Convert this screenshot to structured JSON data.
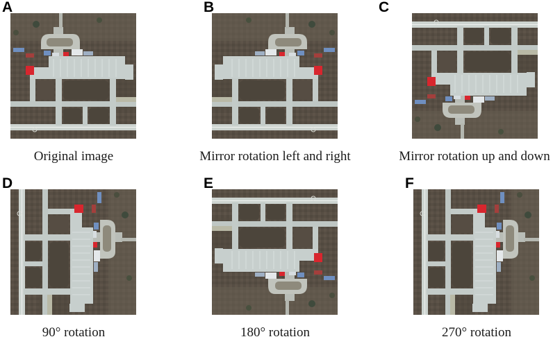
{
  "colors": {
    "ground": "#5a5147",
    "pavement": "#c8d0ce",
    "runway": "#cfd6d2",
    "hangar_roof": "#d8262e",
    "building_blue": "#6f8fc0"
  },
  "panels": [
    {
      "letter": "A",
      "caption": "Original image",
      "transform": "none"
    },
    {
      "letter": "B",
      "caption": "Mirror rotation left and right",
      "transform": "mirror-horizontal"
    },
    {
      "letter": "C",
      "caption": "Mirror rotation up and down",
      "transform": "mirror-vertical"
    },
    {
      "letter": "D",
      "caption": "90° rotation",
      "transform": "rotate-90"
    },
    {
      "letter": "E",
      "caption": "180° rotation",
      "transform": "rotate-180"
    },
    {
      "letter": "F",
      "caption": "270° rotation",
      "transform": "rotate-270"
    }
  ]
}
